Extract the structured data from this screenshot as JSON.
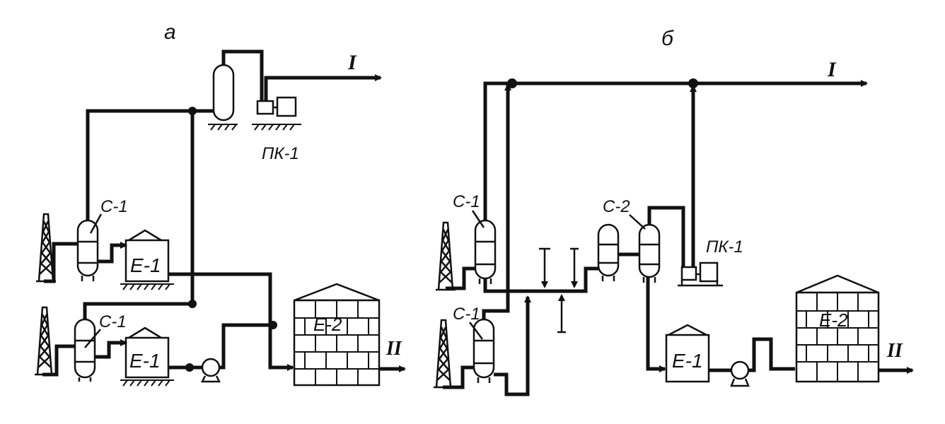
{
  "panels": {
    "a": {
      "letter": "а"
    },
    "b": {
      "letter": "б"
    }
  },
  "labels": {
    "separator1": "С-1",
    "separator2": "С-2",
    "tank1": "Е-1",
    "tank2": "Е-2",
    "compressor": "ПК-1",
    "gas_line": "I",
    "oil_line": "II"
  },
  "colors": {
    "ink": "#111111",
    "paper": "#ffffff"
  }
}
